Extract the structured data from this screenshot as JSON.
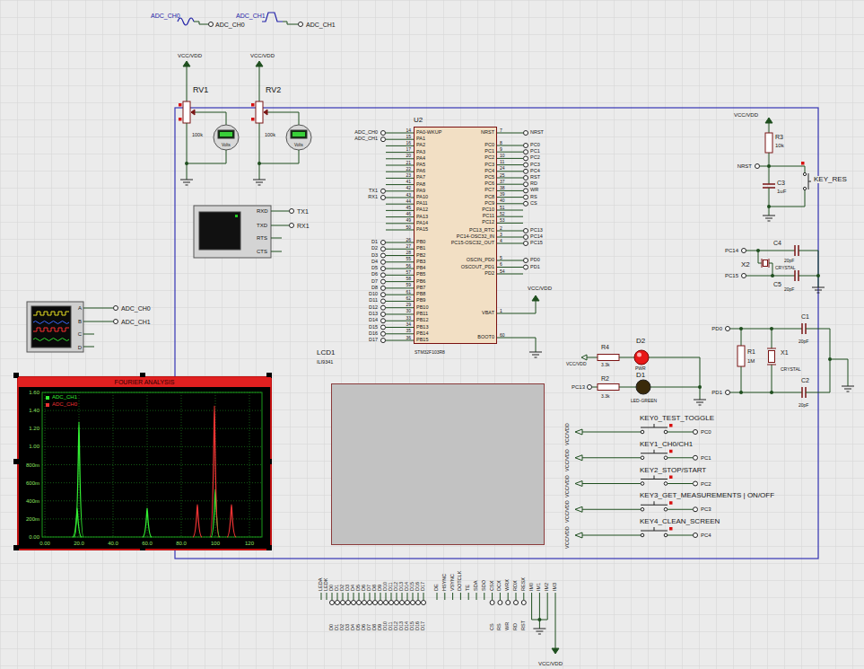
{
  "diagram": {
    "nodes": [
      {
        "text": [
          "FOURIER ANALYSIS"
        ]
      },
      {
        "text": [
          "RXD",
          "TXD",
          "RTS",
          "CTS"
        ]
      },
      {
        "text": [
          "U2",
          "STM32F103R8"
        ]
      },
      {
        "text": [
          "LCD1",
          "ILI9341"
        ]
      }
    ],
    "labels": [
      "ADC_CH0",
      "ADC_CH0",
      "ADC_CH1",
      "ADC_CH1",
      "VCC/VDD",
      "VCC/VDD",
      "RV1",
      "RV2",
      "100k",
      "100k",
      "Volts",
      "Volts",
      "TX1",
      "RX1",
      "A",
      "B",
      "C",
      "D",
      "ADC_CH0",
      "ADC_CH1",
      "1.60",
      "1.40",
      "1.20",
      "1.00",
      "800m",
      "600m",
      "400m",
      "200m",
      "0.00",
      "0.00",
      "20.0",
      "40.0",
      "60.0",
      "80.0",
      "100",
      "120",
      "14",
      "15",
      "16",
      "17",
      "20",
      "21",
      "22",
      "23",
      "41",
      "42",
      "43",
      "44",
      "45",
      "46",
      "49",
      "50",
      "PA0-WKUP",
      "PA1",
      "PA2",
      "PA3",
      "PA4",
      "PA5",
      "PA6",
      "PA7",
      "PA8",
      "PA9",
      "PA10",
      "PA11",
      "PA12",
      "PA13",
      "PA14",
      "PA15",
      "26",
      "27",
      "28",
      "55",
      "56",
      "57",
      "58",
      "59",
      "61",
      "62",
      "29",
      "30",
      "33",
      "34",
      "35",
      "36",
      "PB0",
      "PB1",
      "PB2",
      "PB3",
      "PB4",
      "PB5",
      "PB6",
      "PB7",
      "PB8",
      "PB9",
      "PB10",
      "PB11",
      "PB12",
      "PB13",
      "PB14",
      "PB15",
      "ADC_CH0",
      "ADC_CH1",
      "TX1",
      "RX1",
      "D1",
      "D2",
      "D3",
      "D4",
      "D5",
      "D6",
      "D7",
      "D8",
      "D10",
      "D11",
      "D12",
      "D13",
      "D14",
      "D15",
      "D16",
      "D17",
      "7",
      "NRST",
      "8",
      "9",
      "10",
      "11",
      "24",
      "25",
      "37",
      "38",
      "39",
      "40",
      "51",
      "52",
      "53",
      "PC0",
      "PC1",
      "PC2",
      "PC3",
      "PC4",
      "PC5",
      "PC6",
      "PC7",
      "PC8",
      "PC9",
      "PC10",
      "PC11",
      "PC12",
      "2",
      "3",
      "4",
      "PC13_RTC",
      "PC14-OSC32_IN",
      "PC15-OSC32_OUT",
      "5",
      "6",
      "54",
      "OSCIN_PD0",
      "OSCOUT_PD1",
      "PD2",
      "1",
      "VBAT",
      "60",
      "BOOT0",
      "NRST",
      "PC0",
      "PC1",
      "PC2",
      "PC3",
      "PC4",
      "RST",
      "RD",
      "WR",
      "RS",
      "CS",
      "PC13",
      "PC14",
      "PC15",
      "PD0",
      "PD1",
      "VCC/VDD",
      "LEDA",
      "LEDK",
      "D0",
      "D1",
      "D2",
      "D3",
      "D4",
      "D5",
      "D6",
      "D7",
      "D8",
      "D9",
      "D10",
      "D11",
      "D12",
      "D13",
      "D14",
      "D15",
      "D16",
      "D17",
      "DE",
      "HSYNC",
      "VSYNC",
      "DOTCLK",
      "TE",
      "SDA",
      "SDO",
      "CSX",
      "DCX",
      "WRX",
      "RDX",
      "RESX",
      "IM0",
      "IM1",
      "IM2",
      "IM3",
      "D0",
      "D1",
      "D2",
      "D3",
      "D4",
      "D5",
      "D6",
      "D7",
      "D8",
      "D9",
      "D10",
      "D11",
      "D12",
      "D13",
      "D14",
      "D15",
      "D16",
      "D17",
      "CS",
      "RS",
      "WR",
      "RD",
      "RST",
      "VCC/VDD",
      "VCC/VDD",
      "R3",
      "10k",
      "NRST",
      "C3",
      "1uF",
      "KEY_RES",
      "PC14",
      "C4",
      "20pF",
      "X2",
      "CRYSTAL",
      "C5",
      "20pF",
      "PC15",
      "PD0",
      "C1",
      "20pF",
      "R1",
      "1M",
      "X1",
      "CRYSTAL",
      "C2",
      "20pF",
      "PD1",
      "VCC/VDD",
      "R4",
      "3.3k",
      "D2",
      "PWR",
      "PC13",
      "R2",
      "3.3k",
      "D1",
      "LED-GREEN",
      "KEY0_TEST_TOGGLE",
      "KEY1_CH0/CH1",
      "KEY2_STOP/START",
      "KEY3_GET_MEASUREMENTS | ON/OFF",
      "KEY4_CLEAN_SCREEN",
      "PC0",
      "PC1",
      "PC2",
      "PC3",
      "PC4",
      "VCC/VDD",
      "VCC/VDD",
      "VCC/VDD",
      "VCC/VDD",
      "VCC/VDD"
    ],
    "legend": [
      {
        "text": "ADC_CH1",
        "color": "#33ee33"
      },
      {
        "text": "ADC_CH0",
        "color": "#ee3333"
      }
    ]
  }
}
